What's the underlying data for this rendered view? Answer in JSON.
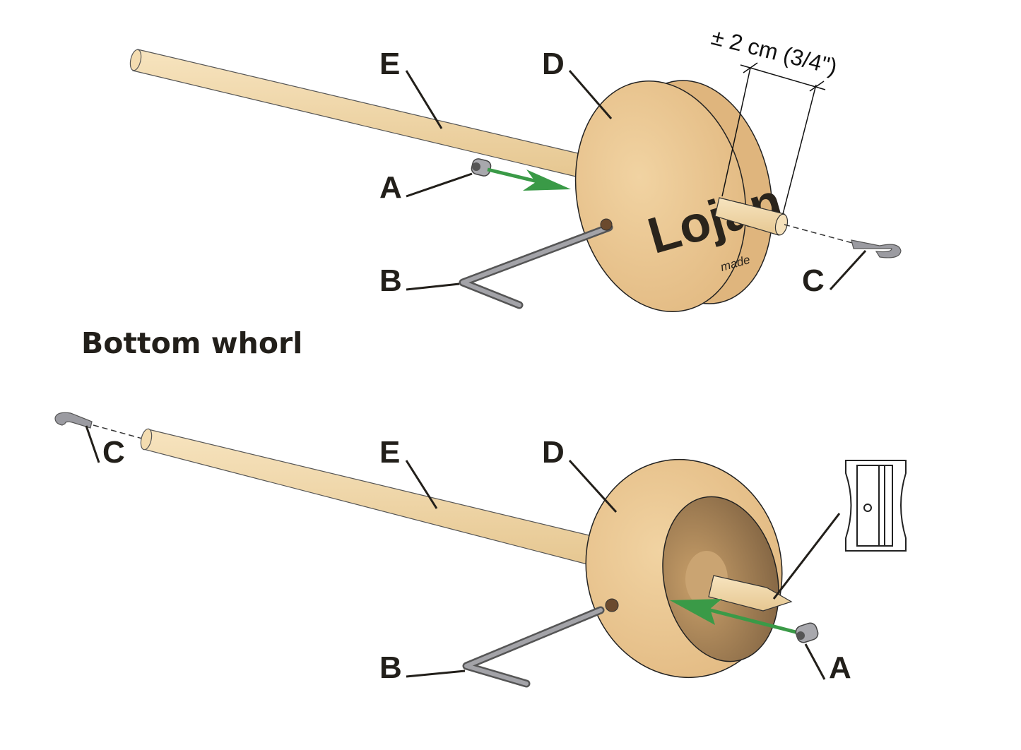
{
  "section_heading": "Bottom whorl",
  "dimension_label": "± 2 cm (3/4\")",
  "logo": {
    "main": "Lojan",
    "sub": "made"
  },
  "top_diagram": {
    "labels": {
      "A": "A",
      "B": "B",
      "C": "C",
      "D": "D",
      "E": "E"
    }
  },
  "bottom_diagram": {
    "labels": {
      "A": "A",
      "B": "B",
      "C": "C",
      "D": "D",
      "E": "E"
    },
    "icon": "pencil-sharpener-icon"
  },
  "colors": {
    "wood": "#f1d6a4",
    "whorl": "#e9c48f",
    "arrow": "#3a9a47",
    "metal": "#8e8e93",
    "text": "#221f1a"
  }
}
